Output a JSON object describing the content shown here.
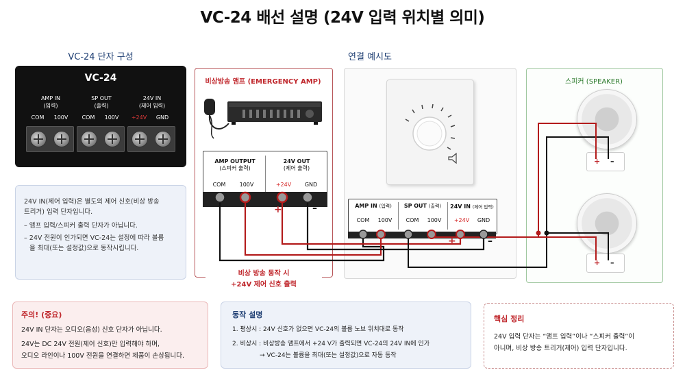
{
  "title": "VC-24 배선 설명 (24V 입력 위치별 의미)",
  "left": {
    "section_title": "VC-24 단자 구성",
    "panel_title": "VC-24",
    "groups": [
      {
        "title": "AMP IN",
        "sub": "(입력)",
        "pins": [
          "COM",
          "100V"
        ]
      },
      {
        "title": "SP OUT",
        "sub": "(출력)",
        "pins": [
          "COM",
          "100V"
        ]
      },
      {
        "title": "24V IN",
        "sub": "(제어 입력)",
        "pins": [
          "+24V",
          "GND"
        ]
      }
    ],
    "info_lines": [
      "24V IN(제어 입력)은 별도의 제어 신호(비상 방송",
      "트리거) 입력 단자입니다.",
      "– 앰프 입력/스피커 출력 단자가 아닙니다.",
      "– 24V 전원이 인가되면 VC-24는 설정에 따라 볼륨",
      "을 최대(또는 설정값)으로 동작시킵니다."
    ]
  },
  "middle": {
    "section_title": "연결 예시도",
    "amp_title": "비상방송 앰프 (EMERGENCY AMP)",
    "amp_output": {
      "title": "AMP OUTPUT",
      "sub": "(스피커 출력)",
      "pins": [
        "COM",
        "100V"
      ]
    },
    "amp_24v": {
      "title": "24V OUT",
      "sub": "(제어 출력)",
      "pins": [
        "+24V",
        "GND"
      ]
    },
    "plus": "+",
    "minus": "–",
    "vc_strip": [
      {
        "title": "AMP IN",
        "sub": "(입력)",
        "pins": [
          "COM",
          "100V"
        ]
      },
      {
        "title": "SP OUT",
        "sub": "(출력)",
        "pins": [
          "COM",
          "100V"
        ]
      },
      {
        "title": "24V IN",
        "sub": "(제어 입력)",
        "pins": [
          "+24V",
          "GND"
        ]
      }
    ],
    "caption_line1": "비상 방송 동작 시",
    "caption_line2": "+24V 제어 신호 출력"
  },
  "speaker": {
    "title": "스피커 (SPEAKER)",
    "plus": "+",
    "minus": "–"
  },
  "bottom": {
    "caution_title": "주의! (중요)",
    "caution_lines": [
      "24V IN 단자는 오디오(음성) 신호 단자가 아닙니다.",
      "24V는 DC 24V 전원(제어 신호)만 입력해야 하며,",
      "오디오 라인이나 100V 전원을 연결하면 제품이 손상됩니다."
    ],
    "op_title": "동작 설명",
    "op_lines": [
      "1. 평상시 :  24V 신호가 없으면 VC-24의 볼륨 노브 위치대로 동작",
      "2. 비상시 :  비상방송 앰프에서 +24 V가 출력되면 VC-24의 24V IN에 인가",
      "→  VC-24는 볼륨을 최대(또는 설정값)으로 자동 동작"
    ],
    "key_title": "핵심 정리",
    "key_lines": [
      "24V 입력 단자는 “앰프 입력”이나 “스피커 출력”이",
      "아니며, 비상 방송 트리거(제어) 입력 단자입니다."
    ]
  },
  "colors": {
    "red": "#c0282d",
    "navy": "#1f3f73",
    "wire_black": "#111111"
  }
}
